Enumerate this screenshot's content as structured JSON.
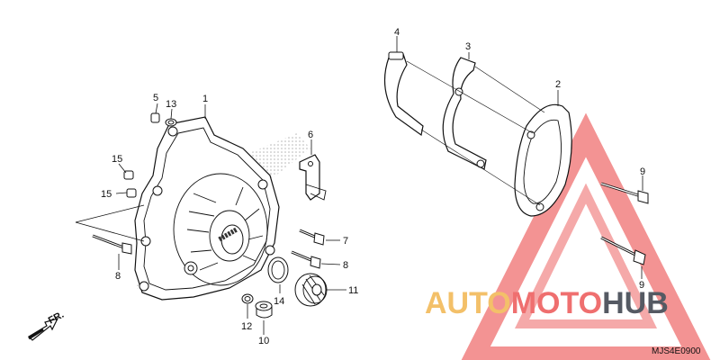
{
  "callouts": {
    "c1": "1",
    "c2": "2",
    "c3": "3",
    "c4": "4",
    "c5": "5",
    "c6": "6",
    "c7": "7",
    "c8a": "8",
    "c8b": "8",
    "c9a": "9",
    "c9b": "9",
    "c10": "10",
    "c11": "11",
    "c12": "12",
    "c13": "13",
    "c14": "14",
    "c15a": "15",
    "c15b": "15"
  },
  "direction_label": "FR.",
  "watermark": {
    "part1": "AUTO",
    "part2": "MOTO",
    "part3": "HUB",
    "color_gold": "#f3c069",
    "color_red": "#ef6f6f",
    "color_gray": "#555a63"
  },
  "diagram_code": "MJS4E0900"
}
